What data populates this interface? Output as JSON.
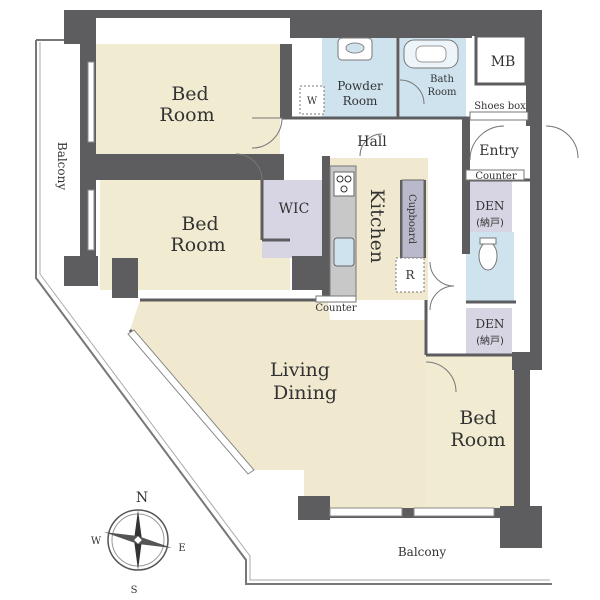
{
  "colors": {
    "bedroom": "#f1ebd2",
    "living": "#f0e9cf",
    "wet": "#cfe3ef",
    "wic": "#d7d5e3",
    "wall": "#5d5d5f",
    "fixture": "#b9b9cc",
    "balcony": "#ffffff"
  },
  "rooms": {
    "bed1": {
      "line1": "Bed",
      "line2": "Room"
    },
    "bed2": {
      "line1": "Bed",
      "line2": "Room"
    },
    "bed3": {
      "line1": "Bed",
      "line2": "Room"
    },
    "powder": {
      "line1": "Powder",
      "line2": "Room"
    },
    "bath": {
      "line1": "Bath",
      "line2": "Room"
    },
    "living": {
      "line1": "Living",
      "line2": "Dining"
    },
    "den1": {
      "line1": "DEN",
      "line2": "(納戸)"
    },
    "den2": {
      "line1": "DEN",
      "line2": "(納戸)"
    },
    "mb": "MB",
    "shoes_box": "Shoes box",
    "hall": "Hall",
    "entry": "Entry",
    "entry_counter": "Counter",
    "wic": "WIC",
    "kitchen": "Kitchen",
    "cupboard": "Cupboard",
    "fridge": "R",
    "washer": "W",
    "kitchen_counter": "Counter",
    "balcony_west": "Balcony",
    "balcony_south": "Balcony"
  },
  "compass": {
    "n": "N",
    "s": "S",
    "e": "E",
    "w": "W"
  }
}
